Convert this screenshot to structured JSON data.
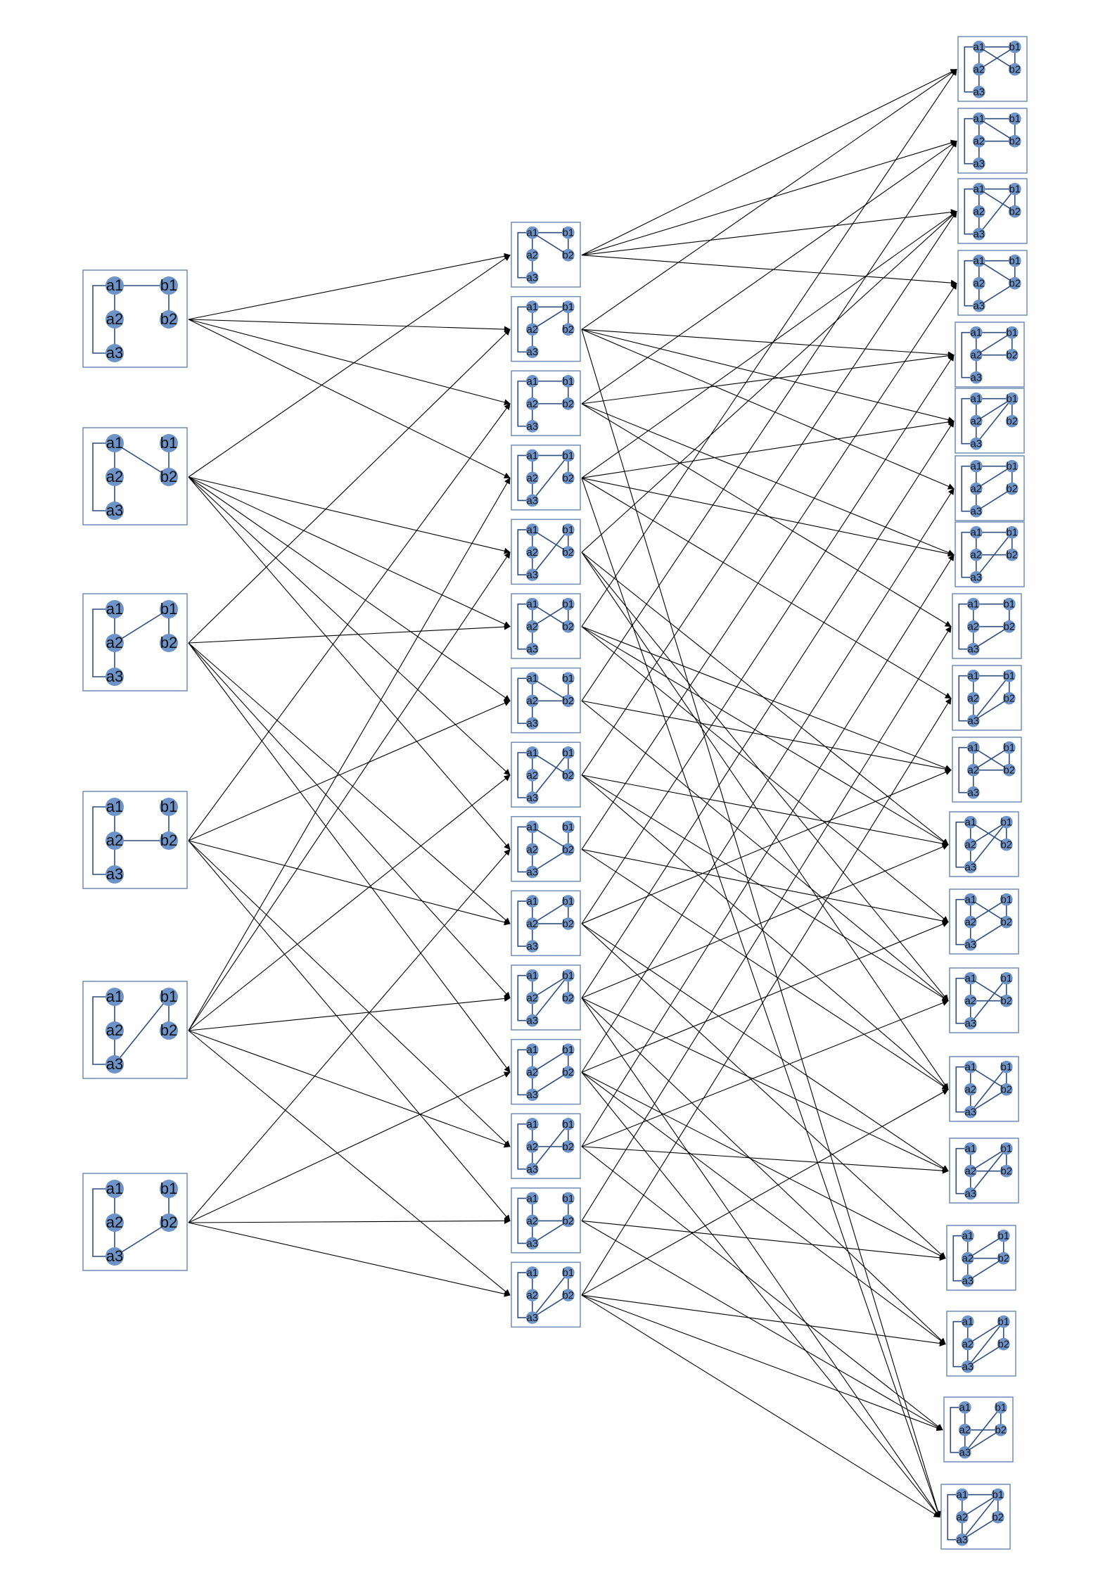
{
  "node_labels": {
    "a1": "a1",
    "a2": "a2",
    "a3": "a3",
    "b1": "b1",
    "b2": "b2"
  },
  "colors": {
    "node_fill": "#6d93c9",
    "box_stroke": "#6f8db5",
    "edge": "#000000",
    "inner_edge": "#2f4f7f"
  },
  "layers": [
    [
      {
        "edges": [
          [
            "a1",
            "b1"
          ]
        ]
      },
      {
        "edges": [
          [
            "a1",
            "b2"
          ]
        ]
      },
      {
        "edges": [
          [
            "a2",
            "b1"
          ]
        ]
      },
      {
        "edges": [
          [
            "a2",
            "b2"
          ]
        ]
      },
      {
        "edges": [
          [
            "a3",
            "b1"
          ]
        ]
      },
      {
        "edges": [
          [
            "a3",
            "b2"
          ]
        ]
      }
    ],
    [
      {
        "edges": [
          [
            "a1",
            "b1"
          ],
          [
            "a1",
            "b2"
          ]
        ]
      },
      {
        "edges": [
          [
            "a1",
            "b1"
          ],
          [
            "a2",
            "b1"
          ]
        ]
      },
      {
        "edges": [
          [
            "a1",
            "b1"
          ],
          [
            "a2",
            "b2"
          ]
        ]
      },
      {
        "edges": [
          [
            "a1",
            "b1"
          ],
          [
            "a3",
            "b1"
          ]
        ]
      },
      {
        "edges": [
          [
            "a1",
            "b2"
          ],
          [
            "a3",
            "b1"
          ]
        ]
      },
      {
        "edges": [
          [
            "a1",
            "b2"
          ],
          [
            "a2",
            "b1"
          ]
        ]
      },
      {
        "edges": [
          [
            "a1",
            "b2"
          ],
          [
            "a2",
            "b2"
          ]
        ]
      },
      {
        "edges": [
          [
            "a1",
            "b2"
          ],
          [
            "a3",
            "b1"
          ]
        ]
      },
      {
        "edges": [
          [
            "a1",
            "b2"
          ],
          [
            "a3",
            "b2"
          ]
        ]
      },
      {
        "edges": [
          [
            "a2",
            "b1"
          ],
          [
            "a2",
            "b2"
          ]
        ]
      },
      {
        "edges": [
          [
            "a2",
            "b1"
          ],
          [
            "a3",
            "b1"
          ]
        ]
      },
      {
        "edges": [
          [
            "a2",
            "b1"
          ],
          [
            "a3",
            "b2"
          ]
        ]
      },
      {
        "edges": [
          [
            "a2",
            "b2"
          ],
          [
            "a3",
            "b1"
          ]
        ]
      },
      {
        "edges": [
          [
            "a2",
            "b2"
          ],
          [
            "a3",
            "b2"
          ]
        ]
      },
      {
        "edges": [
          [
            "a3",
            "b1"
          ],
          [
            "a3",
            "b2"
          ]
        ]
      }
    ],
    [
      {
        "edges": [
          [
            "a1",
            "b1"
          ],
          [
            "a1",
            "b2"
          ],
          [
            "a2",
            "b1"
          ]
        ]
      },
      {
        "edges": [
          [
            "a1",
            "b1"
          ],
          [
            "a1",
            "b2"
          ],
          [
            "a2",
            "b2"
          ]
        ]
      },
      {
        "edges": [
          [
            "a1",
            "b1"
          ],
          [
            "a1",
            "b2"
          ],
          [
            "a3",
            "b1"
          ]
        ]
      },
      {
        "edges": [
          [
            "a1",
            "b1"
          ],
          [
            "a1",
            "b2"
          ],
          [
            "a3",
            "b2"
          ]
        ]
      },
      {
        "edges": [
          [
            "a1",
            "b1"
          ],
          [
            "a2",
            "b1"
          ],
          [
            "a2",
            "b2"
          ]
        ]
      },
      {
        "edges": [
          [
            "a1",
            "b1"
          ],
          [
            "a2",
            "b1"
          ],
          [
            "a3",
            "b1"
          ]
        ]
      },
      {
        "edges": [
          [
            "a1",
            "b1"
          ],
          [
            "a2",
            "b1"
          ],
          [
            "a3",
            "b2"
          ]
        ]
      },
      {
        "edges": [
          [
            "a1",
            "b1"
          ],
          [
            "a2",
            "b2"
          ],
          [
            "a3",
            "b1"
          ]
        ]
      },
      {
        "edges": [
          [
            "a1",
            "b1"
          ],
          [
            "a2",
            "b2"
          ],
          [
            "a3",
            "b2"
          ]
        ]
      },
      {
        "edges": [
          [
            "a1",
            "b1"
          ],
          [
            "a3",
            "b1"
          ],
          [
            "a3",
            "b2"
          ]
        ]
      },
      {
        "edges": [
          [
            "a1",
            "b2"
          ],
          [
            "a2",
            "b1"
          ],
          [
            "a2",
            "b2"
          ]
        ]
      },
      {
        "edges": [
          [
            "a1",
            "b2"
          ],
          [
            "a2",
            "b1"
          ],
          [
            "a3",
            "b1"
          ]
        ]
      },
      {
        "edges": [
          [
            "a1",
            "b2"
          ],
          [
            "a2",
            "b1"
          ],
          [
            "a3",
            "b2"
          ]
        ]
      },
      {
        "edges": [
          [
            "a1",
            "b2"
          ],
          [
            "a2",
            "b2"
          ],
          [
            "a3",
            "b1"
          ]
        ]
      },
      {
        "edges": [
          [
            "a1",
            "b2"
          ],
          [
            "a3",
            "b1"
          ],
          [
            "a3",
            "b2"
          ]
        ]
      },
      {
        "edges": [
          [
            "a2",
            "b1"
          ],
          [
            "a2",
            "b2"
          ],
          [
            "a3",
            "b1"
          ]
        ]
      },
      {
        "edges": [
          [
            "a2",
            "b1"
          ],
          [
            "a2",
            "b2"
          ],
          [
            "a3",
            "b2"
          ]
        ]
      },
      {
        "edges": [
          [
            "a2",
            "b1"
          ],
          [
            "a3",
            "b1"
          ],
          [
            "a3",
            "b2"
          ]
        ]
      },
      {
        "edges": [
          [
            "a2",
            "b2"
          ],
          [
            "a3",
            "b1"
          ],
          [
            "a3",
            "b2"
          ]
        ]
      },
      {
        "edges": [
          [
            "a1",
            "b1"
          ],
          [
            "a2",
            "b1"
          ],
          [
            "a3",
            "b1"
          ],
          [
            "a3",
            "b2"
          ]
        ]
      }
    ]
  ]
}
